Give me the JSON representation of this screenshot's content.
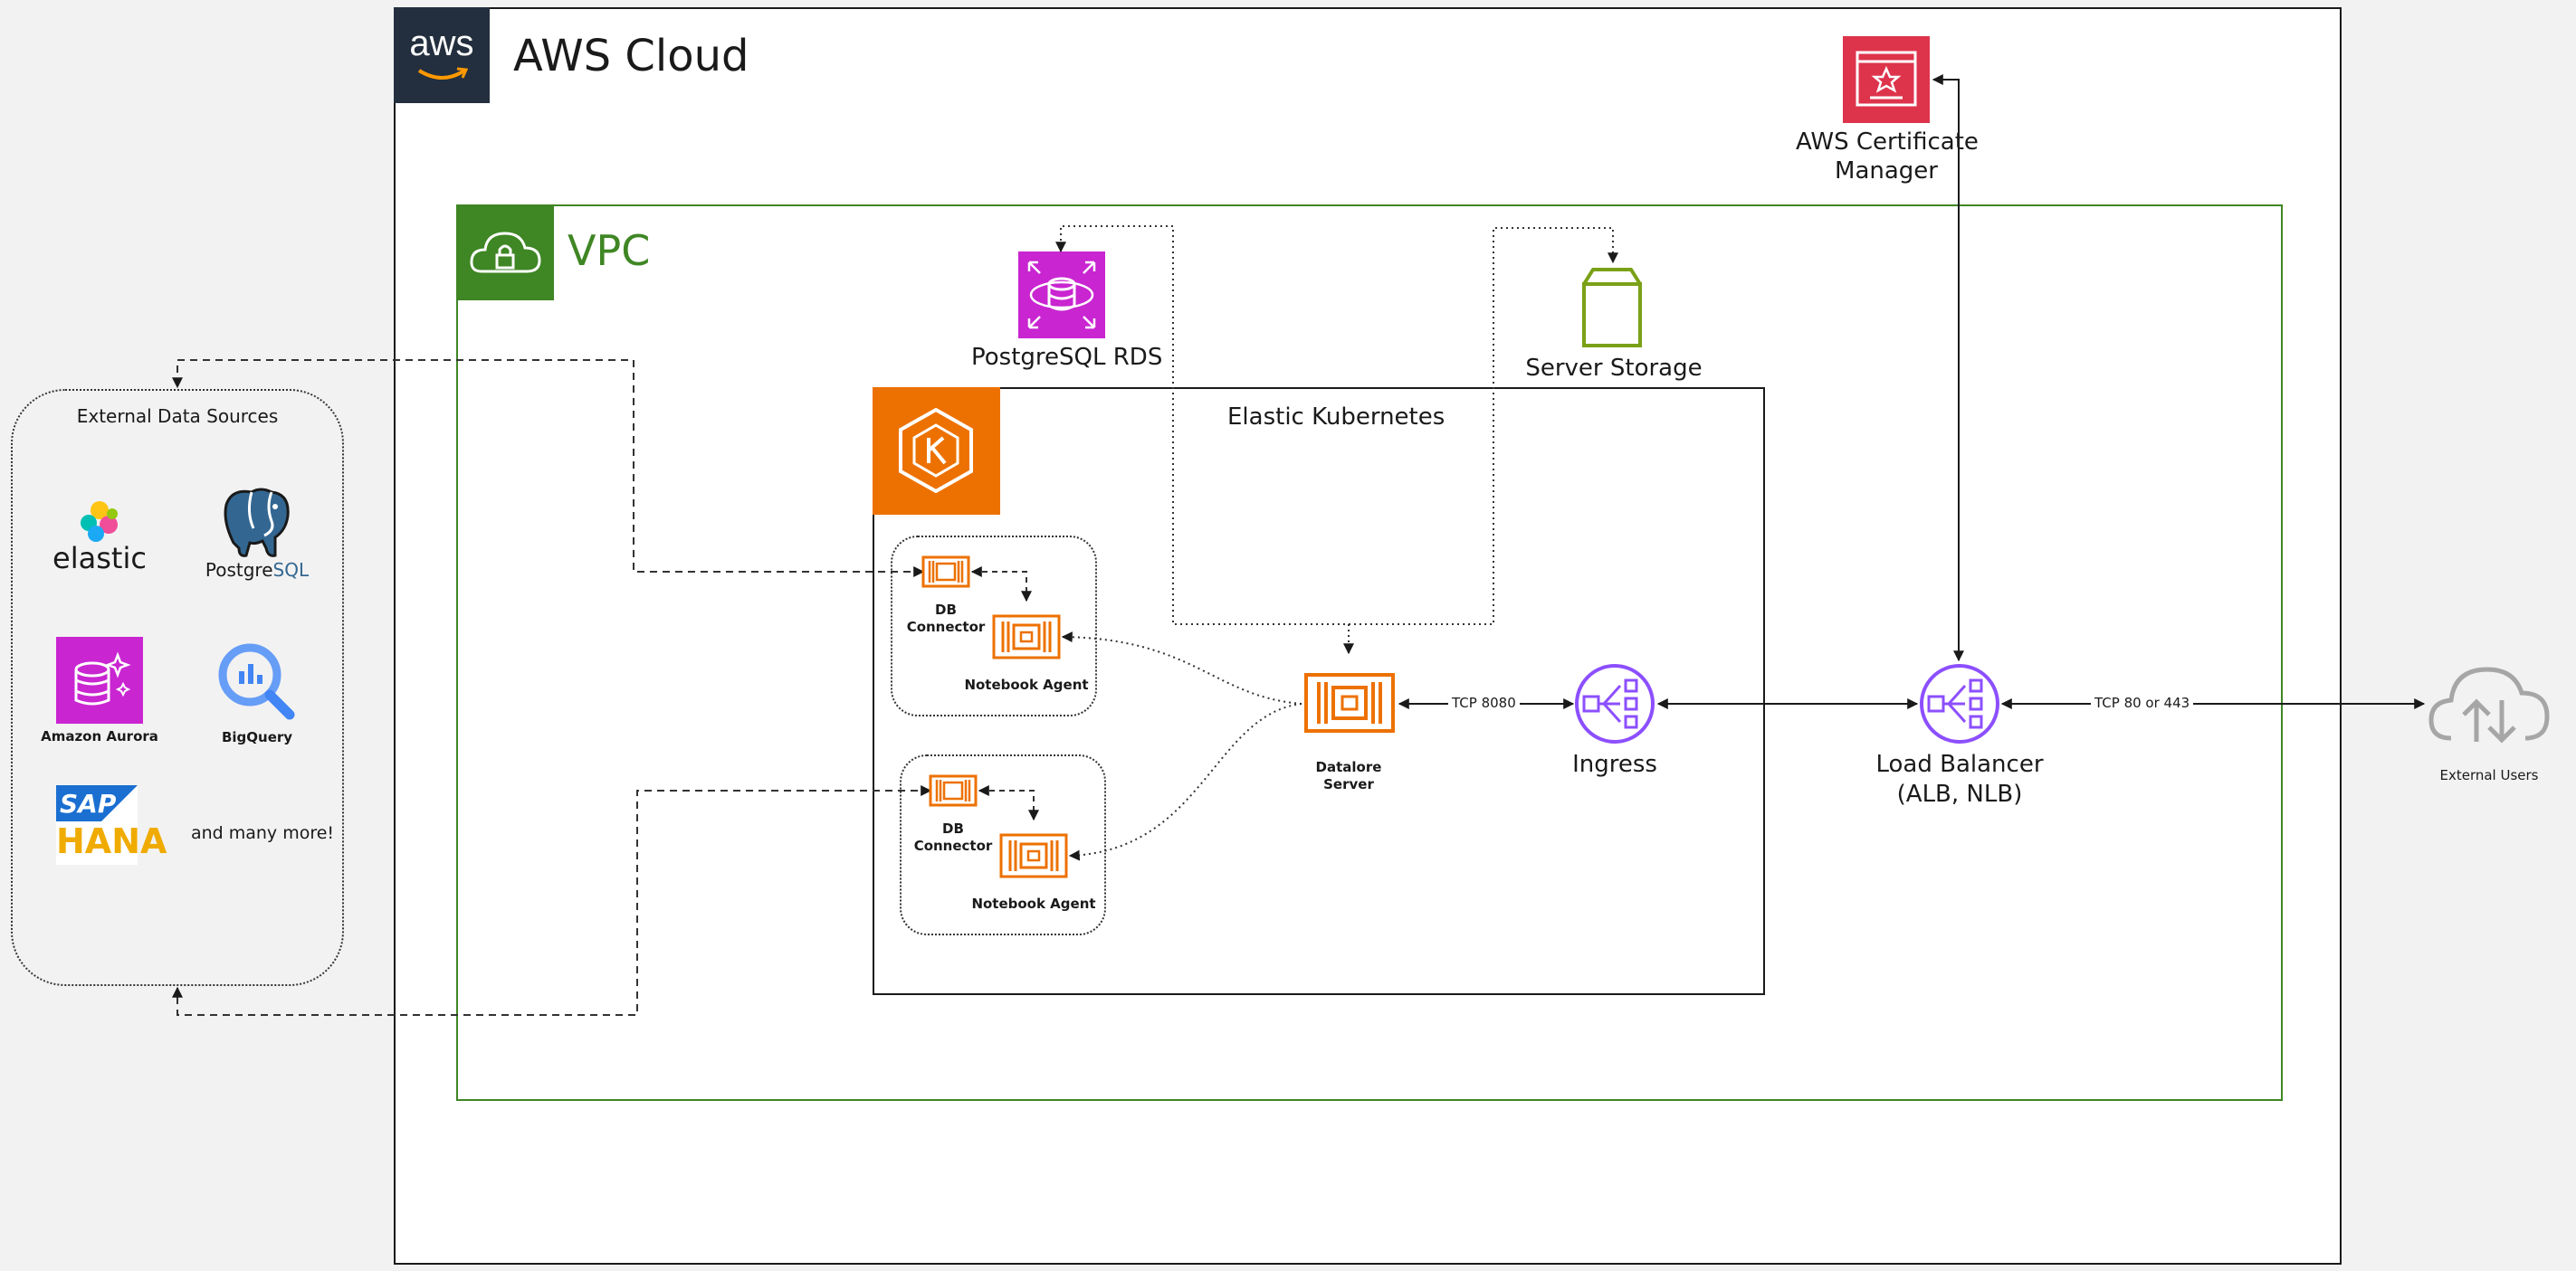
{
  "aws_cloud": {
    "title": "AWS Cloud",
    "logo_text": "aws"
  },
  "vpc": {
    "title": "VPC"
  },
  "eks": {
    "title": "Elastic Kubernetes"
  },
  "certificate_manager": {
    "line1": "AWS Certificate",
    "line2": "Manager"
  },
  "postgresql_rds": {
    "label": "PostgreSQL RDS"
  },
  "server_storage": {
    "label": "Server Storage"
  },
  "external_sources": {
    "title": "External Data Sources",
    "elastic": "elastic",
    "postgres_a": "Postgre",
    "postgres_b": "SQL",
    "aurora": "Amazon Aurora",
    "bigquery": "BigQuery",
    "sap_top": "SAP",
    "sap_bottom": "HANA",
    "more": "and many more!"
  },
  "pods": [
    {
      "connector_line1": "DB",
      "connector_line2": "Connector",
      "agent": "Notebook Agent"
    },
    {
      "connector_line1": "DB",
      "connector_line2": "Connector",
      "agent": "Notebook Agent"
    }
  ],
  "datalore_server": {
    "line1": "Datalore",
    "line2": "Server"
  },
  "ingress": {
    "label": "Ingress"
  },
  "load_balancer": {
    "line1": "Load Balancer",
    "line2": "(ALB, NLB)"
  },
  "external_users": {
    "label": "External Users"
  },
  "connections": {
    "tcp_internal": "TCP 8080",
    "tcp_external": "TCP 80 or 443"
  },
  "colors": {
    "aws_dark": "#232f3e",
    "vpc_green": "#3f8624",
    "eks_orange": "#ed7100",
    "rds_magenta": "#c925d1",
    "acm_red": "#dd344c",
    "storage_green": "#7aa116",
    "network_purple": "#8c4fff",
    "users_gray": "#a6a6a6"
  }
}
